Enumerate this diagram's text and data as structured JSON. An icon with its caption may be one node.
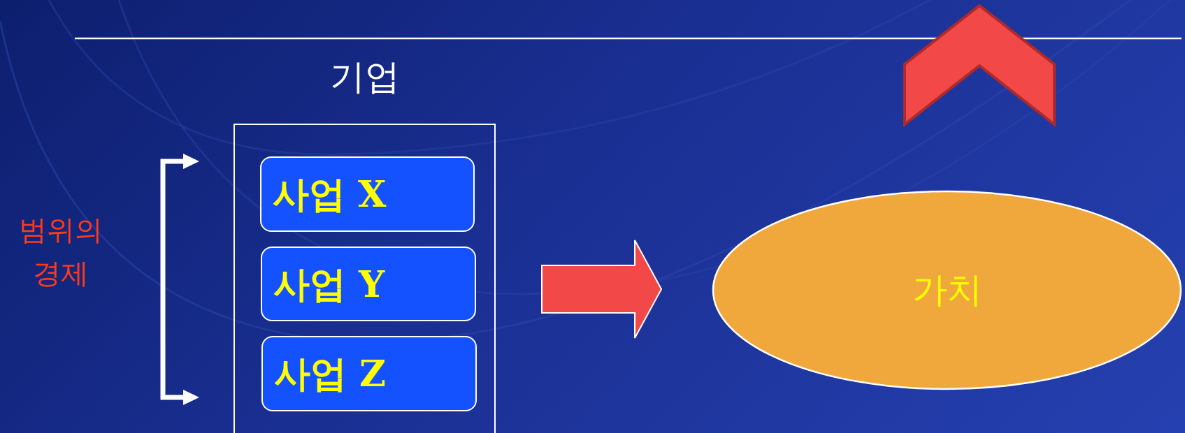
{
  "diagram": {
    "nodes": [
      {
        "text": [
          "기업"
        ]
      },
      {
        "text": [
          "사업 X"
        ],
        "in": 0
      },
      {
        "text": [
          "사업 Y"
        ],
        "in": 0
      },
      {
        "text": [
          "사업 Z"
        ],
        "in": 0
      },
      {
        "text": [
          "가치"
        ]
      }
    ],
    "edges": [
      {
        "from": 0,
        "to": 4,
        "arrow": "to",
        "style": "thick"
      }
    ],
    "labels": [
      "범위의 경제"
    ]
  }
}
